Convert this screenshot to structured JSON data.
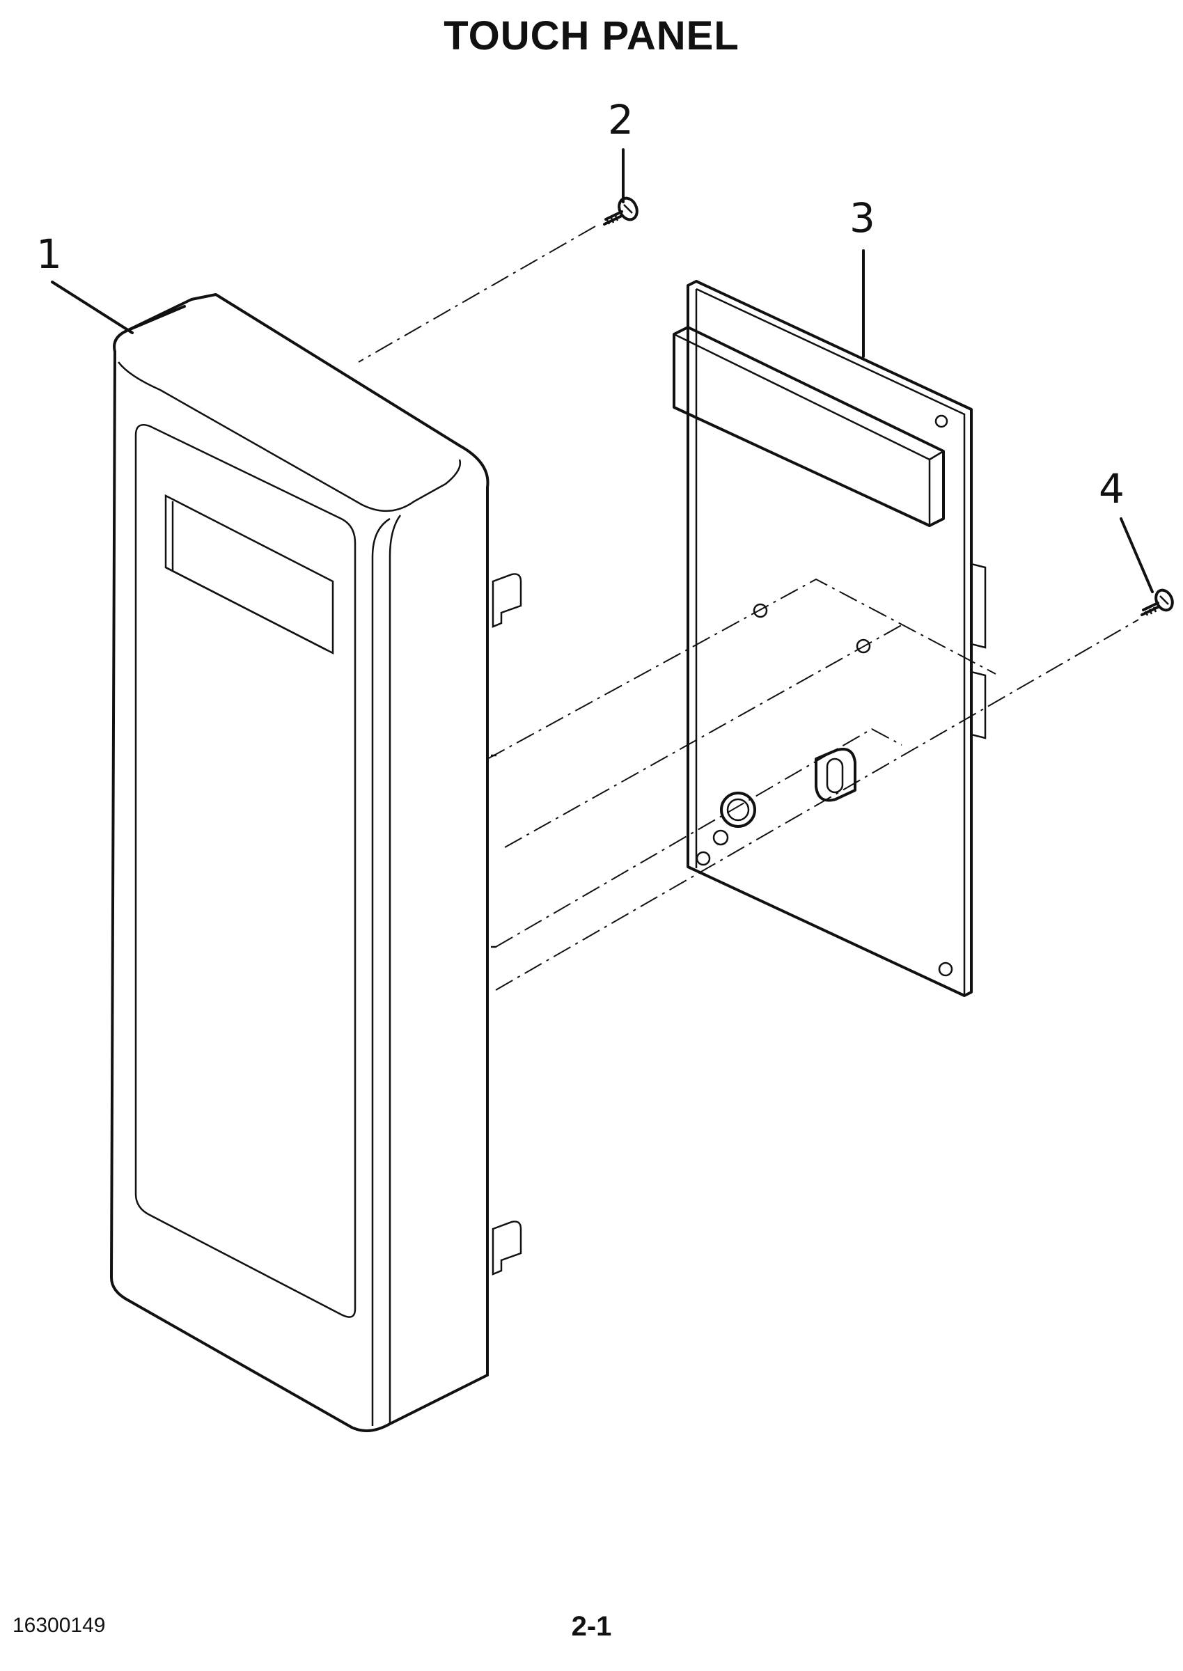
{
  "title": "TOUCH PANEL",
  "callouts": {
    "part1": "1",
    "part2": "2",
    "part3": "3",
    "part4": "4"
  },
  "footer": {
    "doc_number": "16300149",
    "page_number": "2-1"
  }
}
